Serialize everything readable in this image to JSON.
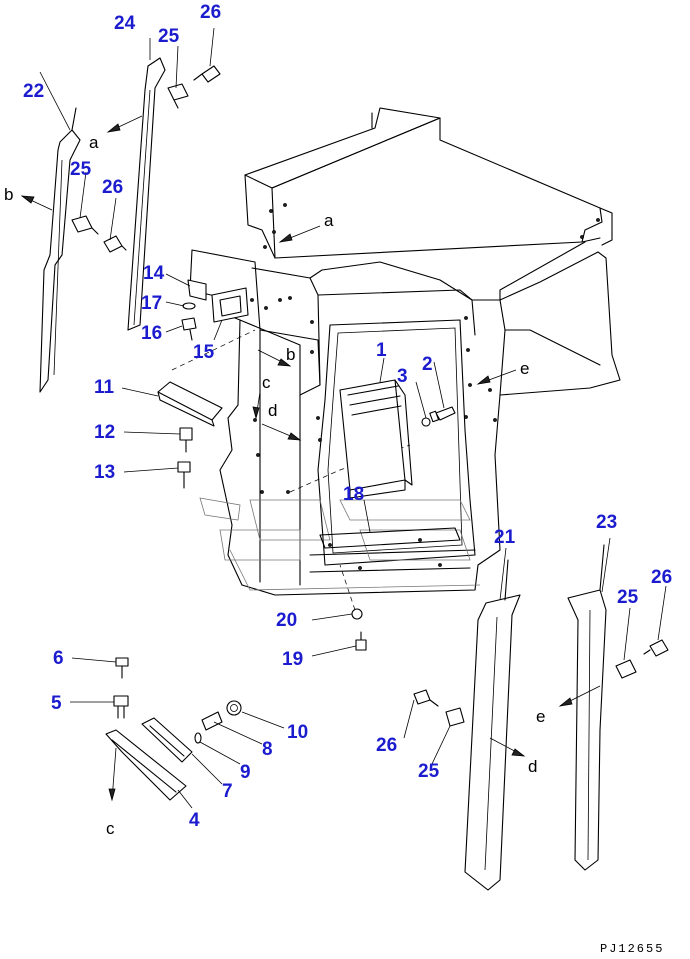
{
  "diagram": {
    "drawing_code": "PJ12655",
    "callouts": [
      {
        "id": "c1",
        "text": "1"
      },
      {
        "id": "c2",
        "text": "2"
      },
      {
        "id": "c3",
        "text": "3"
      },
      {
        "id": "c4",
        "text": "4"
      },
      {
        "id": "c5",
        "text": "5"
      },
      {
        "id": "c6",
        "text": "6"
      },
      {
        "id": "c7",
        "text": "7"
      },
      {
        "id": "c8",
        "text": "8"
      },
      {
        "id": "c9",
        "text": "9"
      },
      {
        "id": "c10",
        "text": "10"
      },
      {
        "id": "c11",
        "text": "11"
      },
      {
        "id": "c12",
        "text": "12"
      },
      {
        "id": "c13",
        "text": "13"
      },
      {
        "id": "c14",
        "text": "14"
      },
      {
        "id": "c15",
        "text": "15"
      },
      {
        "id": "c16",
        "text": "16"
      },
      {
        "id": "c17",
        "text": "17"
      },
      {
        "id": "c18",
        "text": "18"
      },
      {
        "id": "c19",
        "text": "19"
      },
      {
        "id": "c20",
        "text": "20"
      },
      {
        "id": "c21",
        "text": "21"
      },
      {
        "id": "c22",
        "text": "22"
      },
      {
        "id": "c23",
        "text": "23"
      },
      {
        "id": "c24",
        "text": "24"
      },
      {
        "id": "c25a",
        "text": "25"
      },
      {
        "id": "c26a",
        "text": "26"
      },
      {
        "id": "c25b",
        "text": "25"
      },
      {
        "id": "c26b",
        "text": "26"
      },
      {
        "id": "c25c",
        "text": "25"
      },
      {
        "id": "c26c",
        "text": "26"
      },
      {
        "id": "c25d",
        "text": "25"
      },
      {
        "id": "c26d",
        "text": "26"
      }
    ],
    "refs": [
      {
        "id": "r_a1",
        "text": "a"
      },
      {
        "id": "r_a2",
        "text": "a"
      },
      {
        "id": "r_b1",
        "text": "b"
      },
      {
        "id": "r_b2",
        "text": "b"
      },
      {
        "id": "r_c1",
        "text": "c"
      },
      {
        "id": "r_c2",
        "text": "c"
      },
      {
        "id": "r_d1",
        "text": "d"
      },
      {
        "id": "r_d2",
        "text": "d"
      },
      {
        "id": "r_e1",
        "text": "e"
      },
      {
        "id": "r_e2",
        "text": "e"
      }
    ]
  }
}
